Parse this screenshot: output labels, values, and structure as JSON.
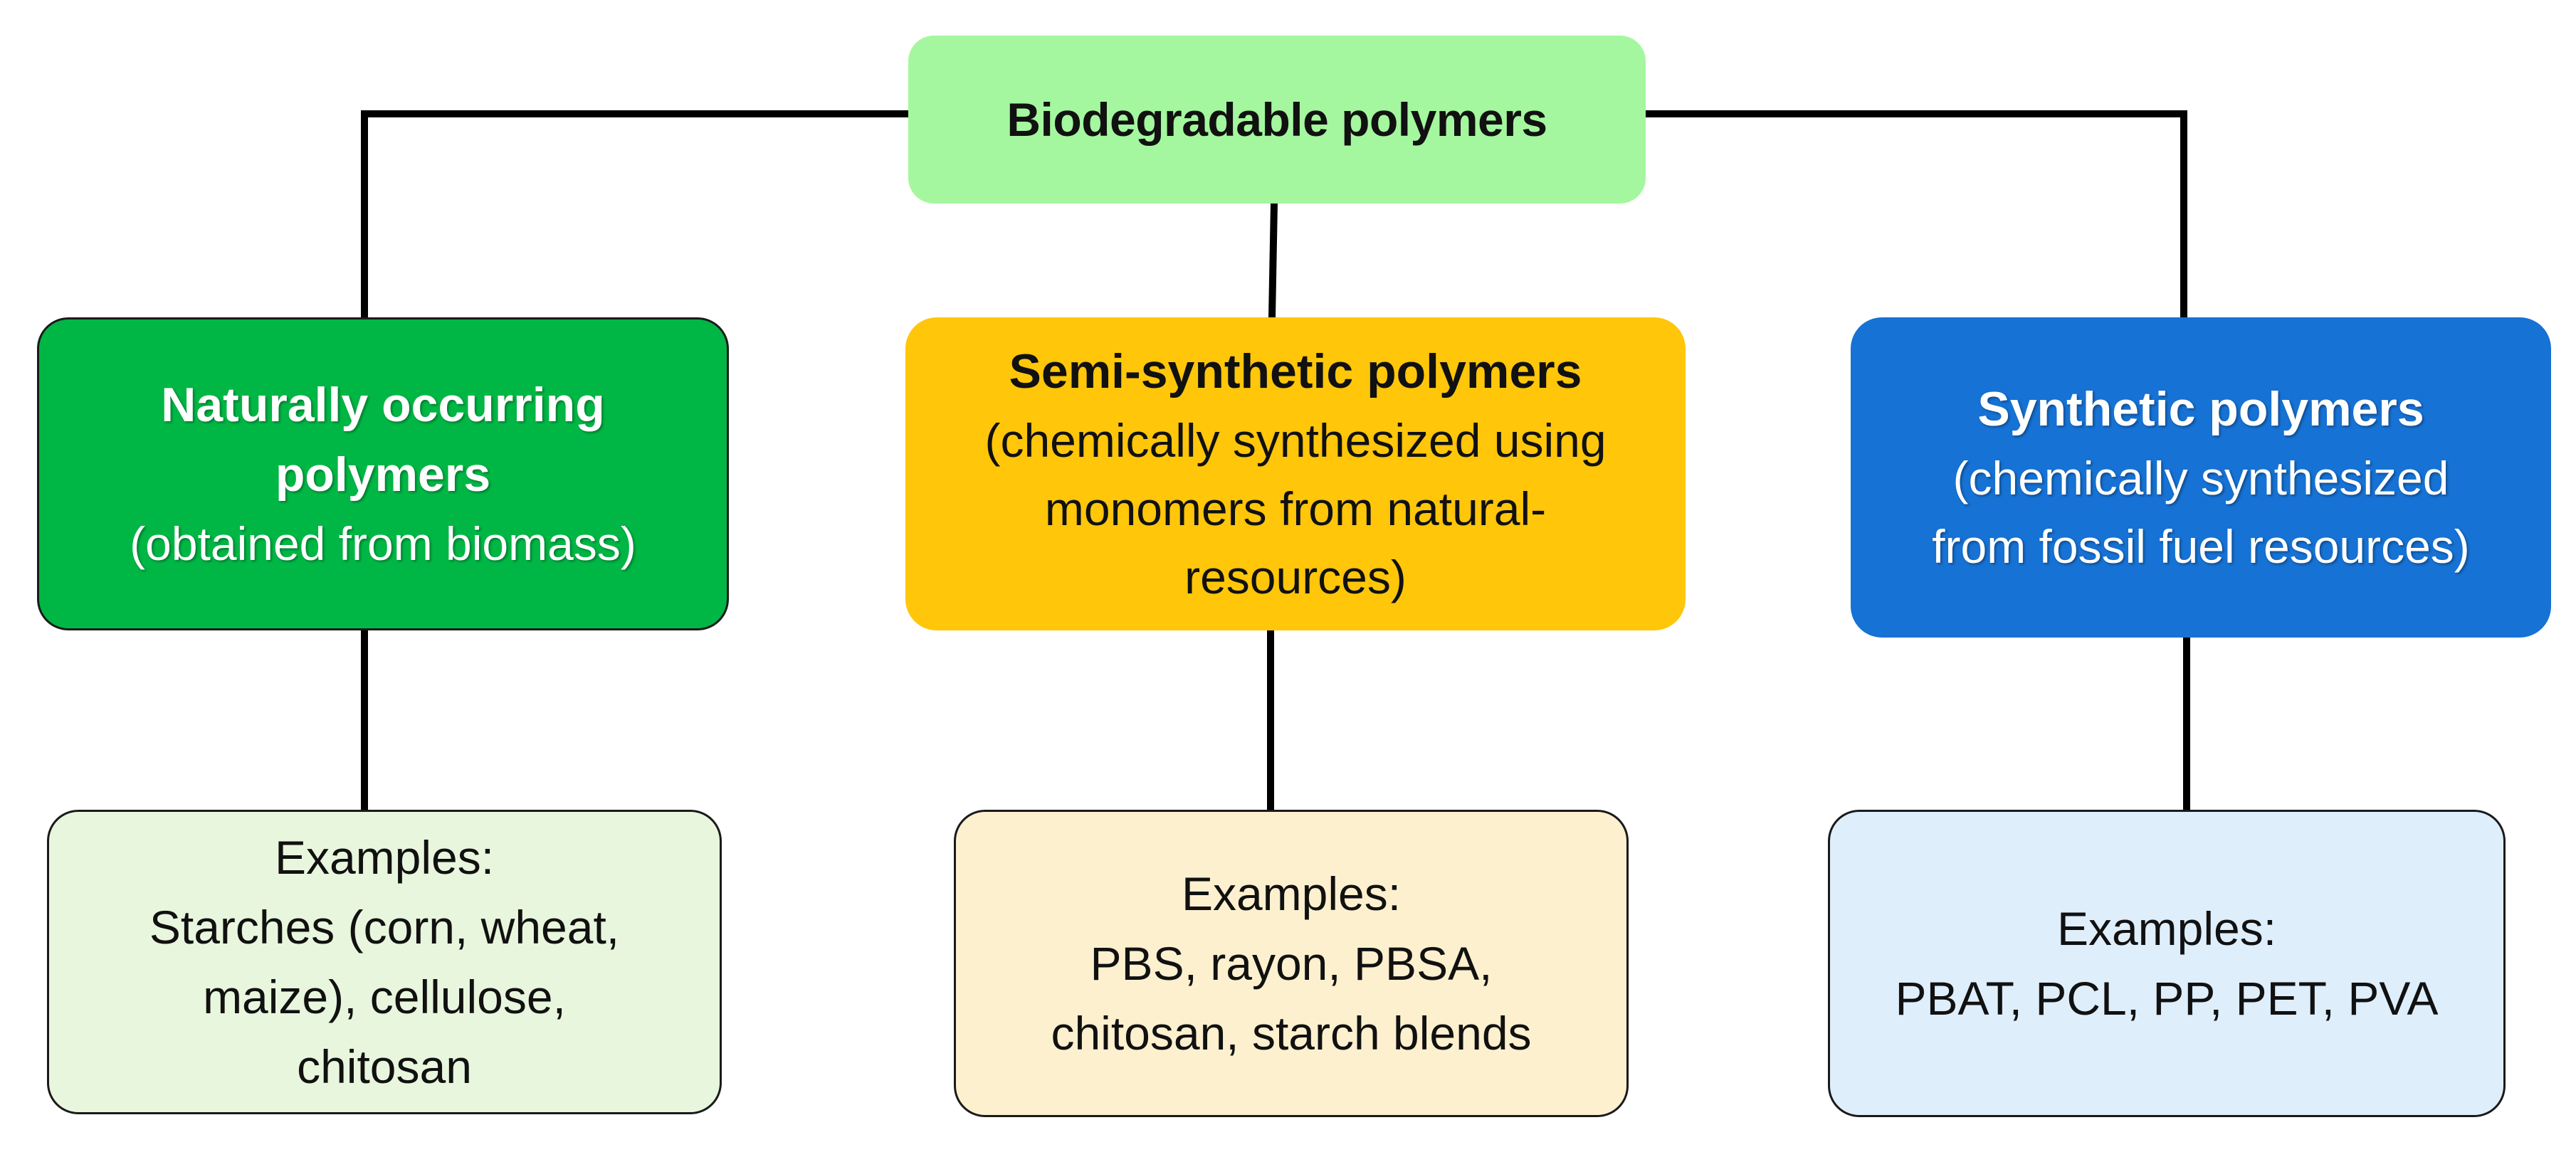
{
  "root": {
    "label": "Biodegradable polymers"
  },
  "categories": [
    {
      "title_lines": [
        "Naturally occurring",
        "polymers"
      ],
      "desc_lines": [
        "(obtained from biomass)"
      ],
      "examples_lines": [
        "Examples:",
        "Starches (corn, wheat,",
        "maize), cellulose,",
        "chitosan"
      ],
      "color": "#00b745",
      "examples_color": "#e8f6dd"
    },
    {
      "title_lines": [
        "Semi-synthetic polymers"
      ],
      "desc_lines": [
        "(chemically synthesized using",
        "monomers from natural-",
        "resources)"
      ],
      "examples_lines": [
        "Examples:",
        "PBS, rayon, PBSA,",
        "chitosan, starch blends"
      ],
      "color": "#ffc60a",
      "examples_color": "#fdf0cf"
    },
    {
      "title_lines": [
        "Synthetic polymers"
      ],
      "desc_lines": [
        "(chemically synthesized",
        "from fossil fuel resources)"
      ],
      "examples_lines": [
        "Examples:",
        "PBAT, PCL, PP, PET, PVA"
      ],
      "color": "#1672d4",
      "examples_color": "#dfeefb"
    }
  ],
  "colors": {
    "root": "#a4f79e",
    "connector": "#000000"
  }
}
